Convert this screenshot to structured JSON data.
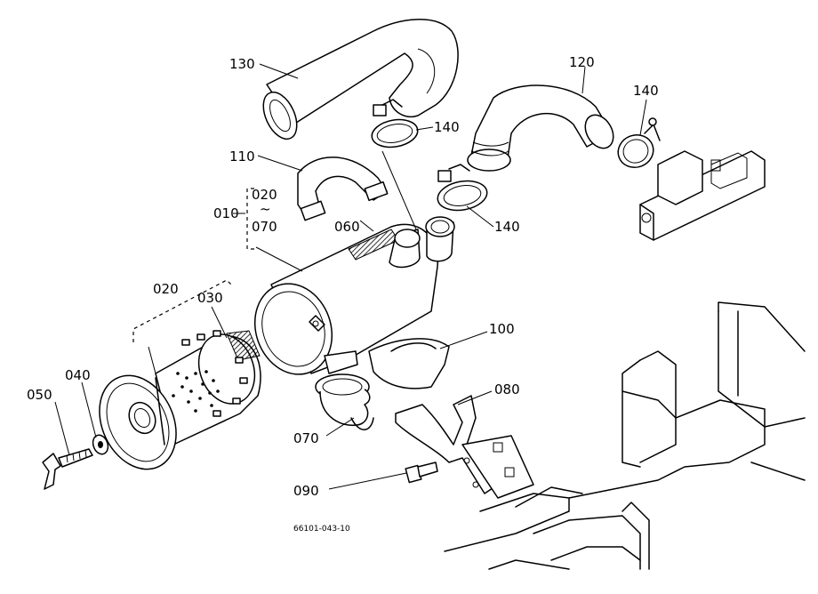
{
  "labels": {
    "p130": "130",
    "p120": "120",
    "p140a": "140",
    "p140b": "140",
    "p140c": "140",
    "p110": "110",
    "p020a": "020",
    "p020b": "020",
    "p010": "010",
    "p070a": "070",
    "p070b": "070",
    "p060": "060",
    "p030": "030",
    "p100": "100",
    "p080": "080",
    "p040": "040",
    "p050": "050",
    "p090": "090",
    "tilde": "~"
  },
  "drawing_number": "66101-043-10"
}
